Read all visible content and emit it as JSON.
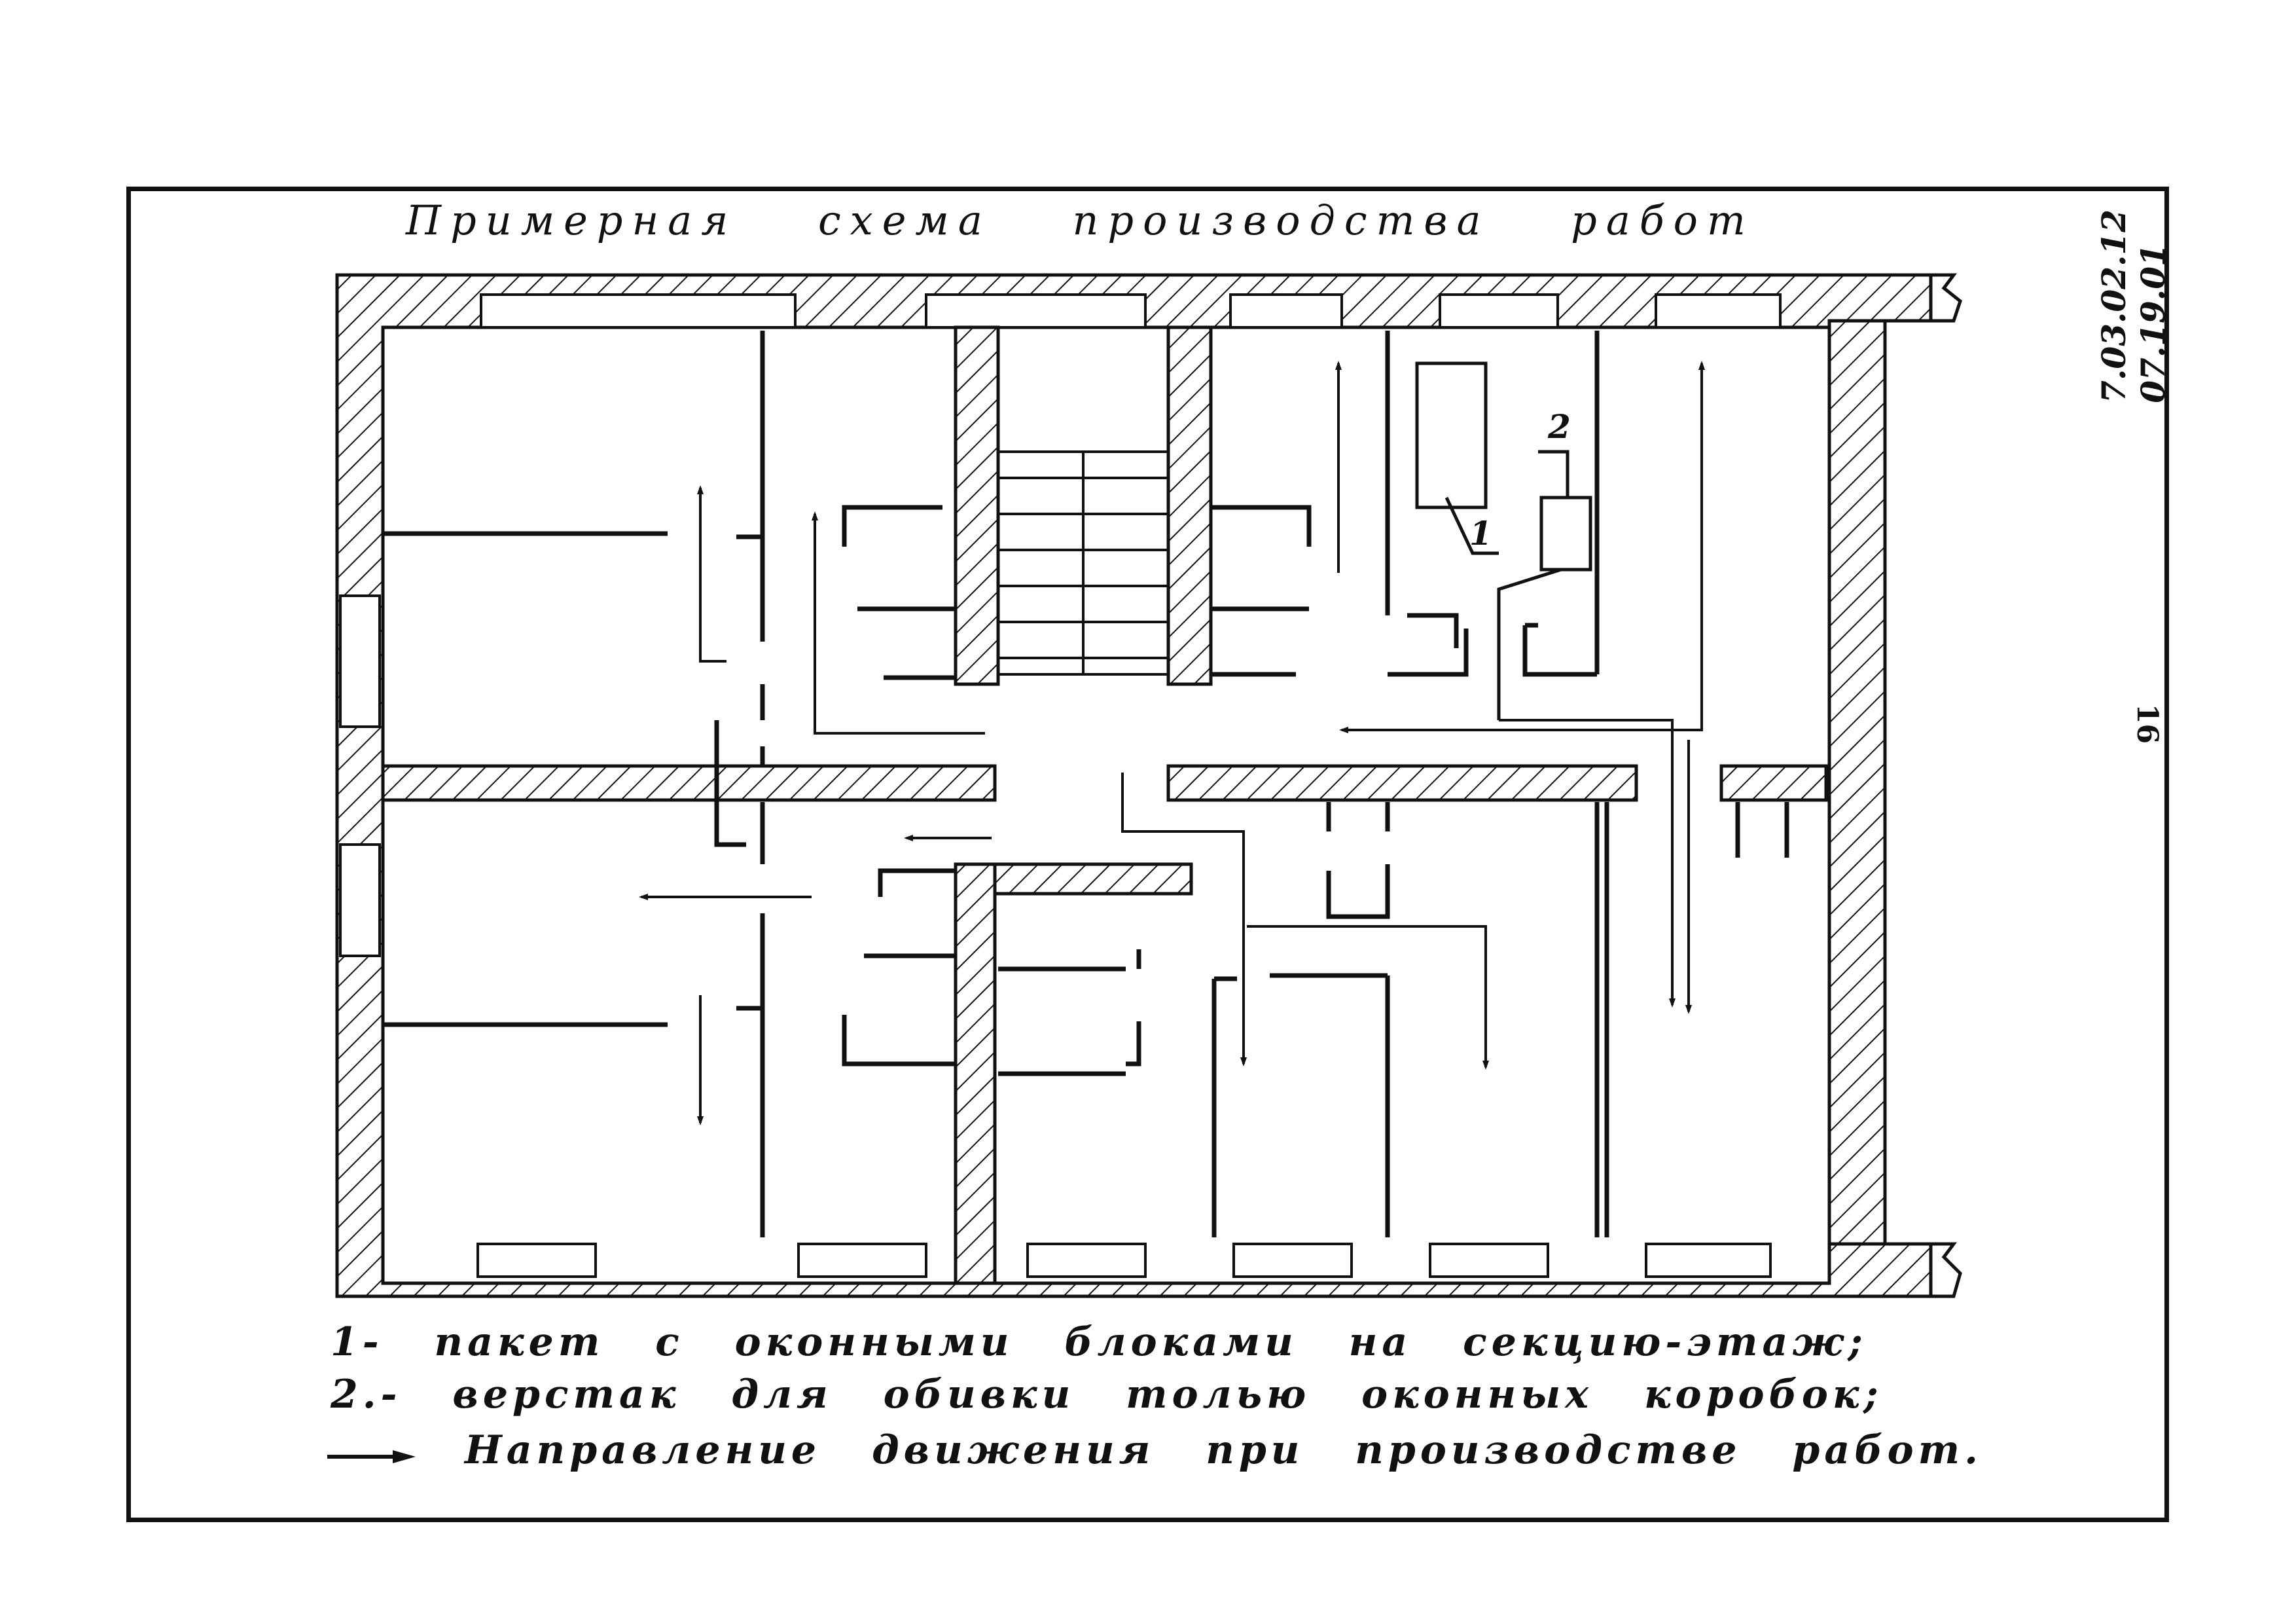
{
  "title": "Примерная схема производства работ",
  "document_code": [
    "7.03.02.12",
    "07.19.01"
  ],
  "page_number": "16",
  "plan_marks": {
    "mark_1": "1",
    "mark_2": "2"
  },
  "legend": {
    "item_1": "1- пакет с оконными блоками на секцию-этаж;",
    "item_2": "2.- верстак для обивки толью оконных коробок;",
    "item_arrow": "Направление движения при производстве работ."
  }
}
